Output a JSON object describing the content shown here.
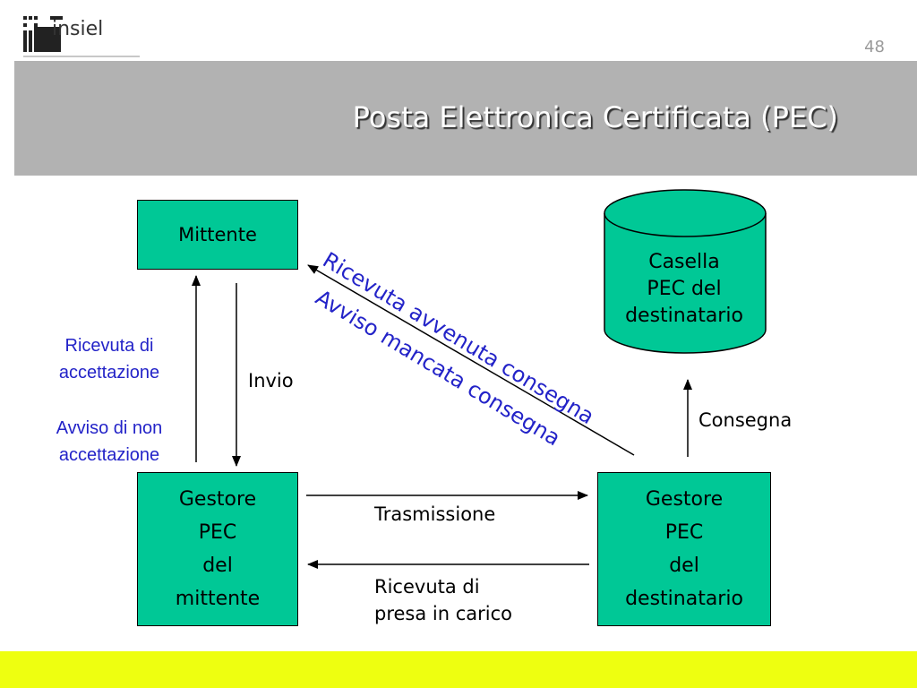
{
  "logo": {
    "text": "insiel",
    "icon": "insiel-logo-icon"
  },
  "slide_number": "48",
  "title": "Posta Elettronica Certificata (PEC)",
  "nodes": {
    "mittente": "Mittente",
    "gestore_mittente": [
      "Gestore",
      "PEC",
      "del",
      "mittente"
    ],
    "gestore_destinatario": [
      "Gestore",
      "PEC",
      "del",
      "destinatario"
    ],
    "casella": [
      "Casella",
      "PEC del",
      "destinatario"
    ]
  },
  "labels": {
    "invio": "Invio",
    "ricevuta_accettazione": [
      "Ricevuta di",
      "accettazione"
    ],
    "avviso_non_accettazione": [
      "Avviso di non",
      "accettazione"
    ],
    "trasmissione": "Trasmissione",
    "ricevuta_presa_carico": [
      "Ricevuta di",
      "presa in carico"
    ],
    "consegna": "Consegna",
    "ricevuta_avvenuta_consegna": "Ricevuta avvenuta consegna",
    "avviso_mancata_consegna": "Avviso mancata consegna"
  },
  "colors": {
    "box_fill": "#00c896",
    "header_band": "#b2b2b2",
    "footer_band": "#eeff10",
    "blue_text": "#2323c8"
  }
}
